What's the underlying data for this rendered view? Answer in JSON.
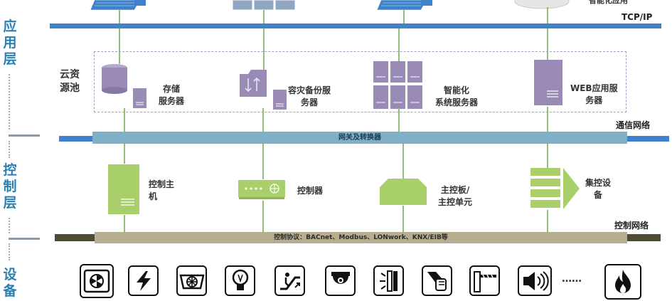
{
  "layers": {
    "app": [
      "应",
      "用",
      "层"
    ],
    "control": [
      "控",
      "制",
      "层"
    ],
    "device": [
      "设",
      "备"
    ]
  },
  "top": {
    "cloud_label": "智能化应用",
    "tcpip": "TCP/IP"
  },
  "cloud_pool": {
    "title_line1": "云资",
    "title_line2": "源池",
    "storage": [
      "存储",
      "服务器"
    ],
    "backup": [
      "容灾备份服",
      "务器"
    ],
    "smart": [
      "智能化",
      "系统服务器"
    ],
    "web": [
      "WEB应用服",
      "务器"
    ]
  },
  "comm_network": {
    "label": "通信网络",
    "gateway": "网关及转换器"
  },
  "control_layer": {
    "host": [
      "控制主",
      "机"
    ],
    "controller": "控制器",
    "mainboard": [
      "主控板/",
      "主控单元"
    ],
    "central": [
      "集控设",
      "备"
    ]
  },
  "control_network": {
    "label": "控制网络",
    "protocol": "控制协议：BACnet、Modbus、LONwork、KNX/EIB等"
  },
  "devices": {
    "ellipsis": "……",
    "icons": [
      "hvac-fan-icon",
      "power-lightning-icon",
      "air-handler-icon",
      "lightbulb-icon",
      "escalator-icon",
      "dome-camera-icon",
      "door-sensor-icon",
      "access-card-icon",
      "barrier-gate-icon",
      "speaker-icon",
      "fire-icon"
    ]
  },
  "colors": {
    "accent_blue": "#3f82cc",
    "layer_text": "#2a7fb0",
    "server_purple": "#9a8bb6",
    "control_green": "#a8cf6a"
  }
}
